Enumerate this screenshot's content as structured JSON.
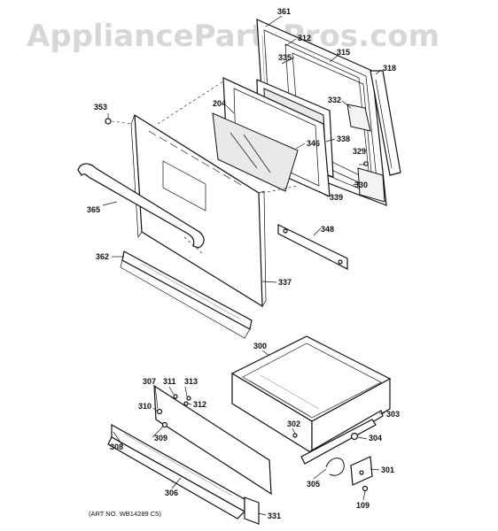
{
  "watermark": "AppliancePartsPros.com",
  "art_no": "(ART NO. WB14289 C5)",
  "callouts": [
    {
      "id": "361",
      "text": "361"
    },
    {
      "id": "312a",
      "text": "312"
    },
    {
      "id": "315",
      "text": "315"
    },
    {
      "id": "335",
      "text": "335"
    },
    {
      "id": "318",
      "text": "318"
    },
    {
      "id": "353",
      "text": "353"
    },
    {
      "id": "204",
      "text": "204"
    },
    {
      "id": "332",
      "text": "332"
    },
    {
      "id": "346",
      "text": "346"
    },
    {
      "id": "338",
      "text": "338"
    },
    {
      "id": "329",
      "text": "329"
    },
    {
      "id": "330",
      "text": "330"
    },
    {
      "id": "339",
      "text": "339"
    },
    {
      "id": "365",
      "text": "365"
    },
    {
      "id": "348",
      "text": "348"
    },
    {
      "id": "362",
      "text": "362"
    },
    {
      "id": "337",
      "text": "337"
    },
    {
      "id": "300",
      "text": "300"
    },
    {
      "id": "307",
      "text": "307"
    },
    {
      "id": "311",
      "text": "311"
    },
    {
      "id": "313",
      "text": "313"
    },
    {
      "id": "310",
      "text": "310"
    },
    {
      "id": "312b",
      "text": "312"
    },
    {
      "id": "309",
      "text": "309"
    },
    {
      "id": "308",
      "text": "308"
    },
    {
      "id": "303",
      "text": "303"
    },
    {
      "id": "302",
      "text": "302"
    },
    {
      "id": "304",
      "text": "304"
    },
    {
      "id": "301",
      "text": "301"
    },
    {
      "id": "305",
      "text": "305"
    },
    {
      "id": "306",
      "text": "306"
    },
    {
      "id": "109",
      "text": "109"
    },
    {
      "id": "331",
      "text": "331"
    }
  ]
}
